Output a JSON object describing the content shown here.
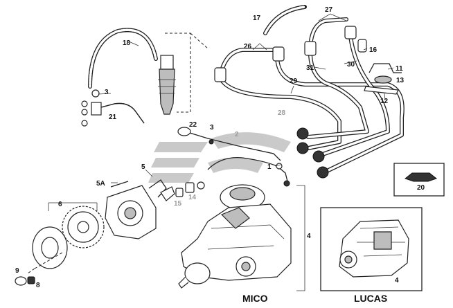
{
  "figure": {
    "labels": {
      "l1": "1",
      "l2": "2",
      "l3a": "3",
      "l3b": "3",
      "l4a": "4",
      "l4b": "4",
      "l5": "5",
      "l5a": "5A",
      "l6": "6",
      "l8": "8",
      "l9": "9",
      "l11": "11",
      "l12": "12",
      "l13": "13",
      "l14": "14",
      "l15": "15",
      "l16": "16",
      "l17": "17",
      "l18": "18",
      "l20": "20",
      "l21": "21",
      "l22": "22",
      "l26": "26",
      "l27": "27",
      "l28": "28",
      "l29": "29",
      "l30": "30",
      "l31": "31"
    },
    "captions": {
      "mico": "MICO",
      "lucas": "LUCAS"
    }
  }
}
